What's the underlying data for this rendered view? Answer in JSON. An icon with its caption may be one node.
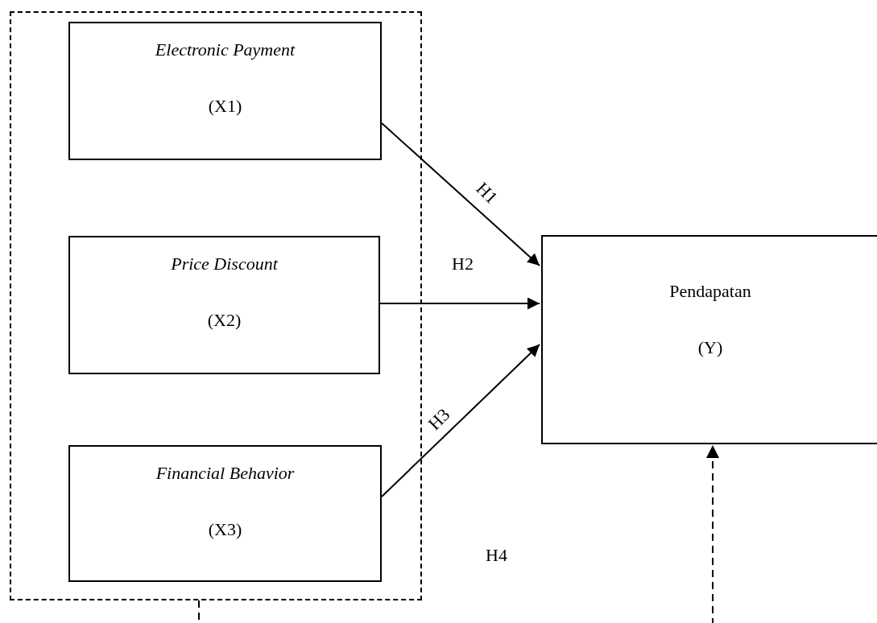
{
  "diagram": {
    "nodes": [
      {
        "text": [],
        "shape": "box"
      },
      {
        "text": [
          "Electronic Payment",
          "(X1)"
        ],
        "in": 0
      },
      {
        "text": [
          "Price Discount",
          "(X2)"
        ],
        "in": 0
      },
      {
        "text": [
          "Financial Behavior",
          "(X3)"
        ],
        "in": 0
      },
      {
        "text": [
          "Pendapatan",
          "(Y)"
        ]
      }
    ],
    "edges": [
      {
        "from": 1,
        "to": 4,
        "arrow": "to",
        "label": "H1"
      },
      {
        "from": 2,
        "to": 4,
        "arrow": "to",
        "label": "H2"
      },
      {
        "from": 3,
        "to": 4,
        "arrow": "to",
        "label": "H3"
      },
      {
        "from": 0,
        "to": 4,
        "arrow": "to",
        "style": "dashed"
      }
    ],
    "labels": [
      "H4"
    ]
  }
}
